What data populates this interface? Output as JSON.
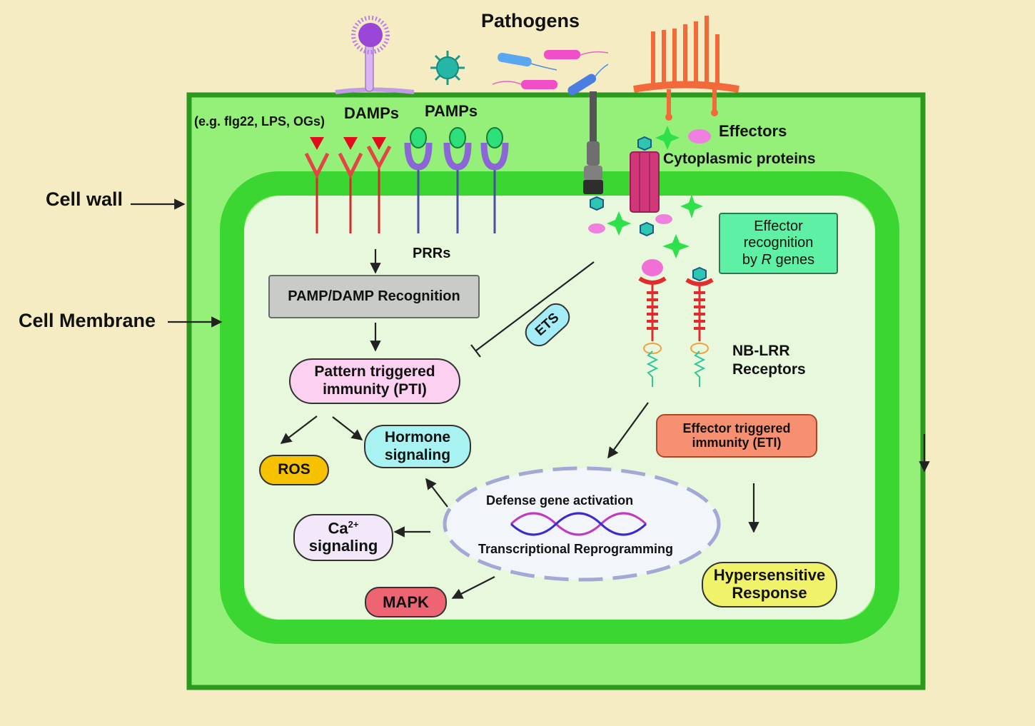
{
  "title": "Pathogens",
  "labels": {
    "damps": "DAMPs",
    "pamps": "PAMPs",
    "examples": "(e.g. flg22, LPS, OGs)",
    "effectors": "Effectors",
    "cytoplasmic_proteins": "Cytoplasmic proteins",
    "cell_wall": "Cell wall",
    "cell_membrane": "Cell Membrane",
    "prrs": "PRRs",
    "nb_lrr_line1": "NB-LRR",
    "nb_lrr_line2": "Receptors",
    "ets": "ETS",
    "defense_gene_activation": "Defense gene activation",
    "transcriptional_reprogramming": "Transcriptional Reprogramming"
  },
  "boxes": {
    "recognition": "PAMP/DAMP Recognition",
    "pti_line1": "Pattern triggered",
    "pti_line2": "immunity (PTI)",
    "effector_recognition_line1": "Effector",
    "effector_recognition_line2": "recognition",
    "effector_recognition_line3_prefix": "by ",
    "effector_recognition_line3_italic": "R",
    "effector_recognition_line3_suffix": " genes",
    "eti_line1": "Effector triggered",
    "eti_line2": "immunity (ETI)",
    "hormone_line1": "Hormone",
    "hormone_line2": "signaling",
    "ros": "ROS",
    "ca_base": "Ca",
    "ca_sup": "2+",
    "ca_line2": "signaling",
    "mapk": "MAPK",
    "hr_line1": "Hypersensitive",
    "hr_line2": "Response"
  },
  "colors": {
    "background": "#f5ecc4",
    "cell_wall_fill": "#95f07a",
    "cell_wall_border": "#2c9a1e",
    "membrane": "#3cd632",
    "cytoplasm": "#e8f8dc",
    "recognition_box": "#c8cbc8",
    "pti_box": "#fbd0f0",
    "effector_recognition_box": "#5ef0a4",
    "eti_box": "#f69070",
    "hormone_box": "#a8f2f2",
    "ros_box": "#f6c200",
    "ca_box": "#f2e8fa",
    "mapk_box": "#ef6472",
    "hr_box": "#f0f26a",
    "ets_box": "#a4ecf6"
  }
}
